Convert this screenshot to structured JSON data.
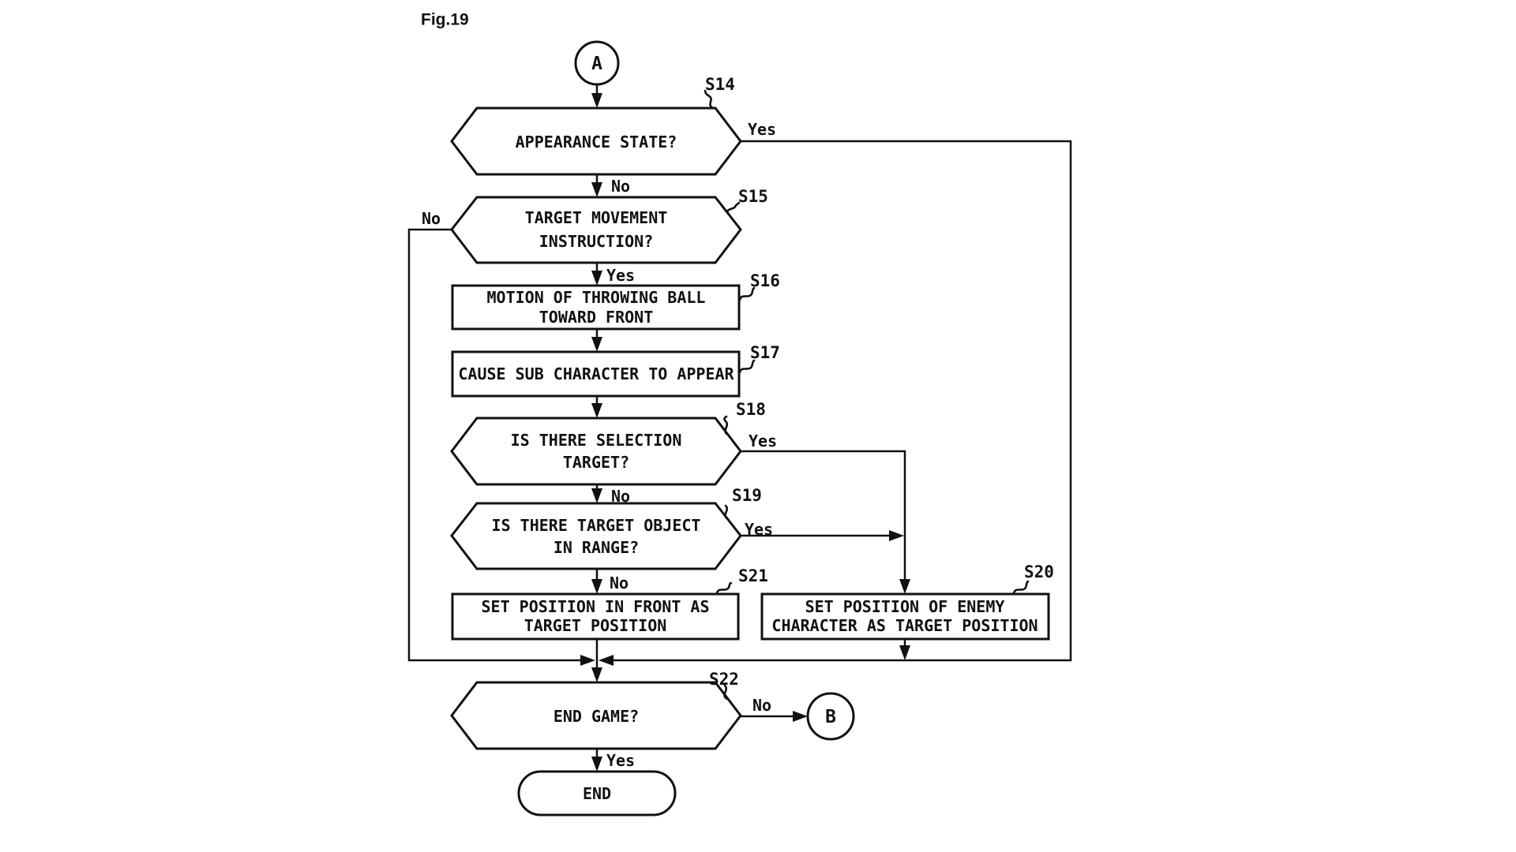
{
  "figure_label": "Fig.19",
  "colors": {
    "ink": "#111111",
    "background": "#ffffff"
  },
  "flowchart": {
    "connector_a": {
      "label": "A"
    },
    "s14": {
      "ref": "S14",
      "text": "APPEARANCE STATE?",
      "yes_label": "Yes",
      "no_label": "No"
    },
    "s15": {
      "ref": "S15",
      "text_line1": "TARGET MOVEMENT",
      "text_line2": "INSTRUCTION?",
      "yes_label": "Yes",
      "no_label": "No"
    },
    "s16": {
      "ref": "S16",
      "text_line1": "MOTION OF THROWING BALL",
      "text_line2": "TOWARD FRONT"
    },
    "s17": {
      "ref": "S17",
      "text": "CAUSE SUB CHARACTER TO APPEAR"
    },
    "s18": {
      "ref": "S18",
      "text_line1": "IS THERE SELECTION",
      "text_line2": "TARGET?",
      "yes_label": "Yes",
      "no_label": "No"
    },
    "s19": {
      "ref": "S19",
      "text_line1": "IS THERE TARGET OBJECT",
      "text_line2": "IN RANGE?",
      "yes_label": "Yes",
      "no_label": "No"
    },
    "s20": {
      "ref": "S20",
      "text_line1": "SET POSITION OF ENEMY",
      "text_line2": "CHARACTER AS TARGET POSITION"
    },
    "s21": {
      "ref": "S21",
      "text_line1": "SET POSITION IN FRONT AS",
      "text_line2": "TARGET POSITION"
    },
    "s22": {
      "ref": "S22",
      "text": "END GAME?",
      "yes_label": "Yes",
      "no_label": "No"
    },
    "connector_b": {
      "label": "B"
    },
    "end_terminal": {
      "label": "END"
    }
  }
}
